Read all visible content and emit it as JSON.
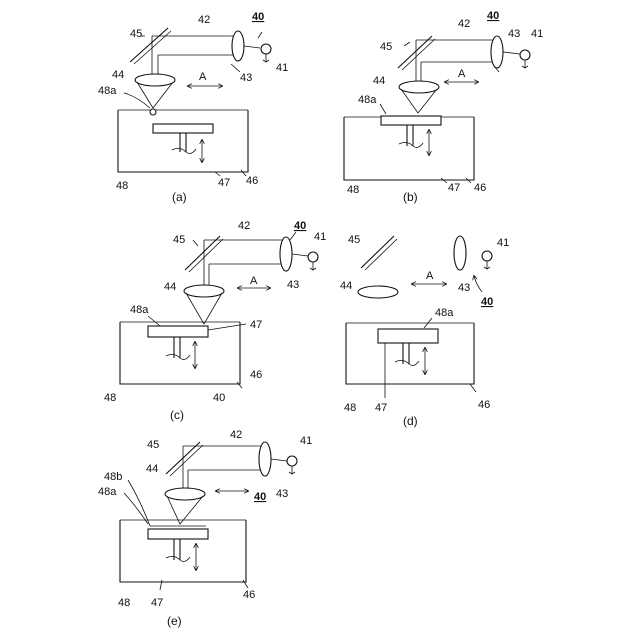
{
  "labels": {
    "n40": "40",
    "n41": "41",
    "n42": "42",
    "n43": "43",
    "n44": "44",
    "n45": "45",
    "n46": "46",
    "n47": "47",
    "n48": "48",
    "n48a": "48a",
    "n48b": "48b",
    "arrowA": "A"
  },
  "captions": {
    "a": "(a)",
    "b": "(b)",
    "c": "(c)",
    "d": "(d)",
    "e": "(e)"
  },
  "extra_labels": {
    "c_bottom": "40"
  }
}
